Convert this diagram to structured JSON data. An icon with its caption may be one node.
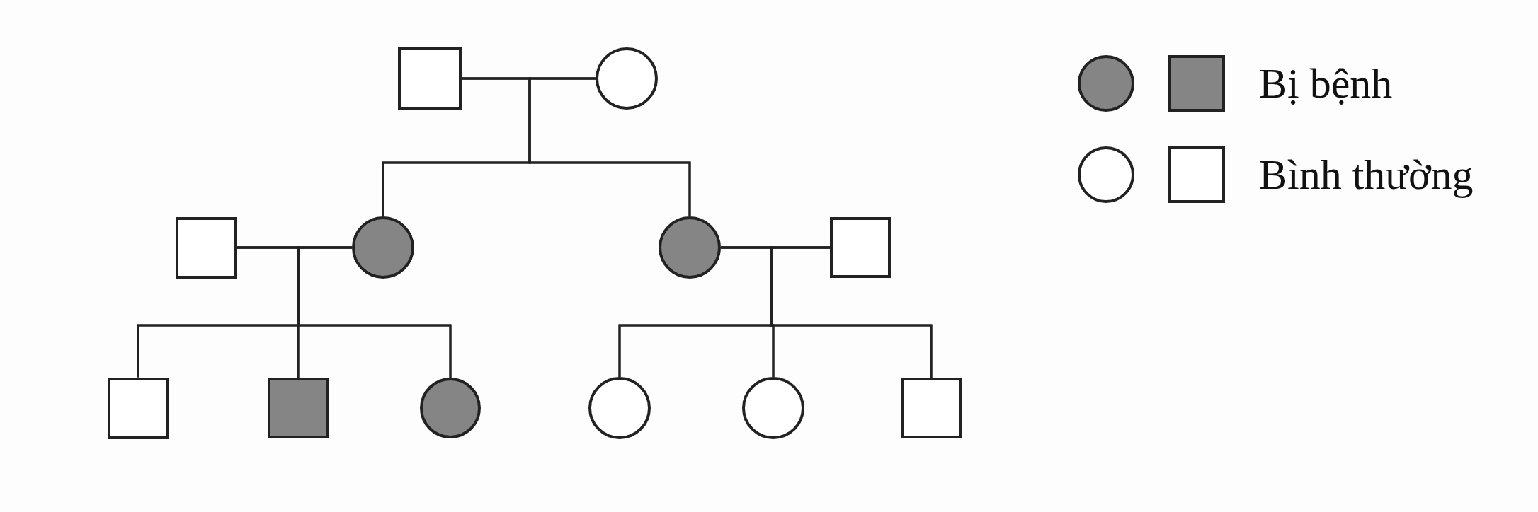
{
  "diagram": {
    "nodes": [
      {
        "text": [],
        "shape": "square"
      },
      {
        "text": [],
        "shape": "circle"
      },
      {
        "text": [],
        "shape": "square"
      },
      {
        "text": [],
        "shape": "circle"
      },
      {
        "text": [],
        "shape": "circle"
      },
      {
        "text": [],
        "shape": "square"
      },
      {
        "text": [],
        "shape": "square"
      },
      {
        "text": [],
        "shape": "square"
      },
      {
        "text": [],
        "shape": "circle"
      },
      {
        "text": [],
        "shape": "circle"
      },
      {
        "text": [],
        "shape": "circle"
      },
      {
        "text": [],
        "shape": "square"
      }
    ],
    "edges": [
      {
        "from": 0,
        "to": 1,
        "arrow": "none"
      },
      {
        "from": 0,
        "to": 3,
        "arrow": "none"
      },
      {
        "from": 1,
        "to": 3,
        "arrow": "none"
      },
      {
        "from": 0,
        "to": 4,
        "arrow": "none"
      },
      {
        "from": 1,
        "to": 4,
        "arrow": "none"
      },
      {
        "from": 2,
        "to": 3,
        "arrow": "none"
      },
      {
        "from": 4,
        "to": 5,
        "arrow": "none"
      },
      {
        "from": 2,
        "to": 6,
        "arrow": "none"
      },
      {
        "from": 3,
        "to": 6,
        "arrow": "none"
      },
      {
        "from": 2,
        "to": 7,
        "arrow": "none"
      },
      {
        "from": 3,
        "to": 7,
        "arrow": "none"
      },
      {
        "from": 2,
        "to": 8,
        "arrow": "none"
      },
      {
        "from": 3,
        "to": 8,
        "arrow": "none"
      },
      {
        "from": 4,
        "to": 9,
        "arrow": "none"
      },
      {
        "from": 5,
        "to": 9,
        "arrow": "none"
      },
      {
        "from": 4,
        "to": 10,
        "arrow": "none"
      },
      {
        "from": 5,
        "to": 10,
        "arrow": "none"
      },
      {
        "from": 4,
        "to": 11,
        "arrow": "none"
      },
      {
        "from": 5,
        "to": 11,
        "arrow": "none"
      }
    ],
    "legend": [
      {
        "text": "Bị bệnh",
        "color": "#858585"
      },
      {
        "text": "Bình thường"
      }
    ]
  }
}
